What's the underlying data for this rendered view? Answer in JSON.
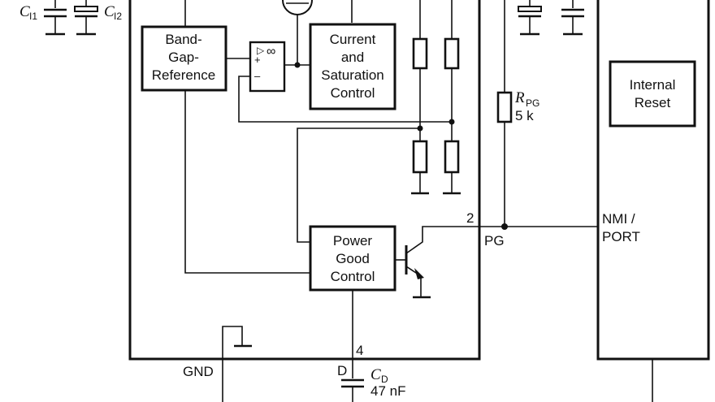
{
  "blocks": {
    "bandgap": [
      "Band-",
      "Gap-",
      "Reference"
    ],
    "current": [
      "Current",
      "and",
      "Saturation",
      "Control"
    ],
    "powergood": [
      "Power",
      "Good",
      "Control"
    ],
    "reset": [
      "Internal",
      "Reset"
    ]
  },
  "opamp": {
    "label": "∞",
    "plus": "+",
    "minus": "–",
    "arrow": "▷"
  },
  "caps": {
    "ci1": {
      "main": "C",
      "sub": "I1"
    },
    "ci2": {
      "main": "C",
      "sub": "I2"
    },
    "cd": {
      "main": "C",
      "sub": "D",
      "value": "47 nF"
    }
  },
  "resistor_pg": {
    "main": "R",
    "sub": "PG",
    "value": "5 k"
  },
  "pins": {
    "pg_number": "2",
    "pg_name": "PG",
    "d_number": "4",
    "d_name": "D",
    "gnd": "GND",
    "nmi": [
      "NMI /",
      "PORT"
    ]
  }
}
